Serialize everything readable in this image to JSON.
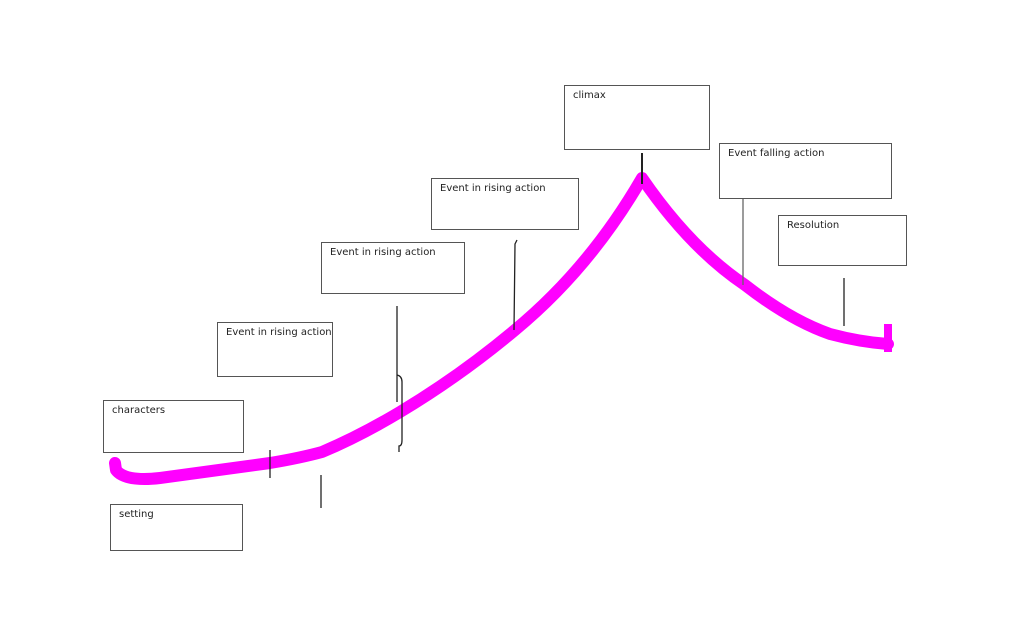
{
  "diagram": {
    "curve_color": "#ff00ff",
    "labels": {
      "characters": "characters",
      "setting": "setting",
      "rising1": "Event in rising action",
      "rising2": "Event in rising action",
      "rising3": "Event in rising action",
      "climax": "climax",
      "falling": "Event falling action",
      "resolution": "Resolution"
    }
  }
}
